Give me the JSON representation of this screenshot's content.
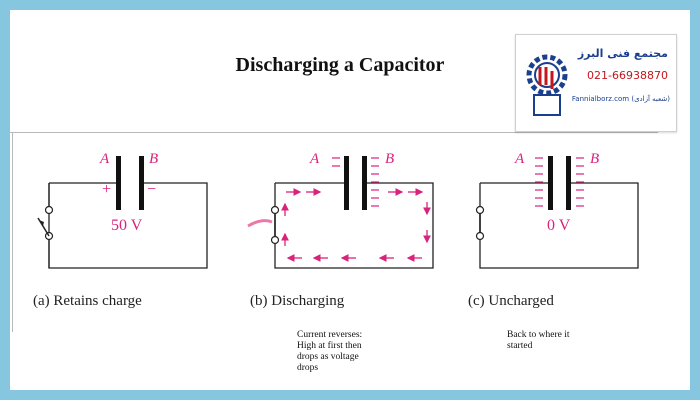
{
  "title": "Discharging a Capacitor",
  "logo": {
    "fa_text": "مجتمع فنی البرز",
    "phone": "021-66938870",
    "url": "Fannialborz.com (شعبه آزادی)"
  },
  "circuits": [
    {
      "plate_a": "A",
      "plate_b": "B",
      "plus": "+",
      "minus": "−",
      "voltage": "50 V",
      "caption": "(a) Retains charge"
    },
    {
      "plate_a": "A",
      "plate_b": "B",
      "caption": "(b) Discharging",
      "note": [
        "Current reverses:",
        "High at first then",
        "drops as voltage",
        "drops"
      ]
    },
    {
      "plate_a": "A",
      "plate_b": "B",
      "voltage": "0 V",
      "caption": "(c) Uncharged",
      "note": [
        "Back to where it",
        "started"
      ]
    }
  ],
  "colors": {
    "accent": "#d9227c",
    "frame_border": "#86c6de",
    "logo_blue": "#1b3f8f",
    "logo_red": "#c4161c"
  }
}
